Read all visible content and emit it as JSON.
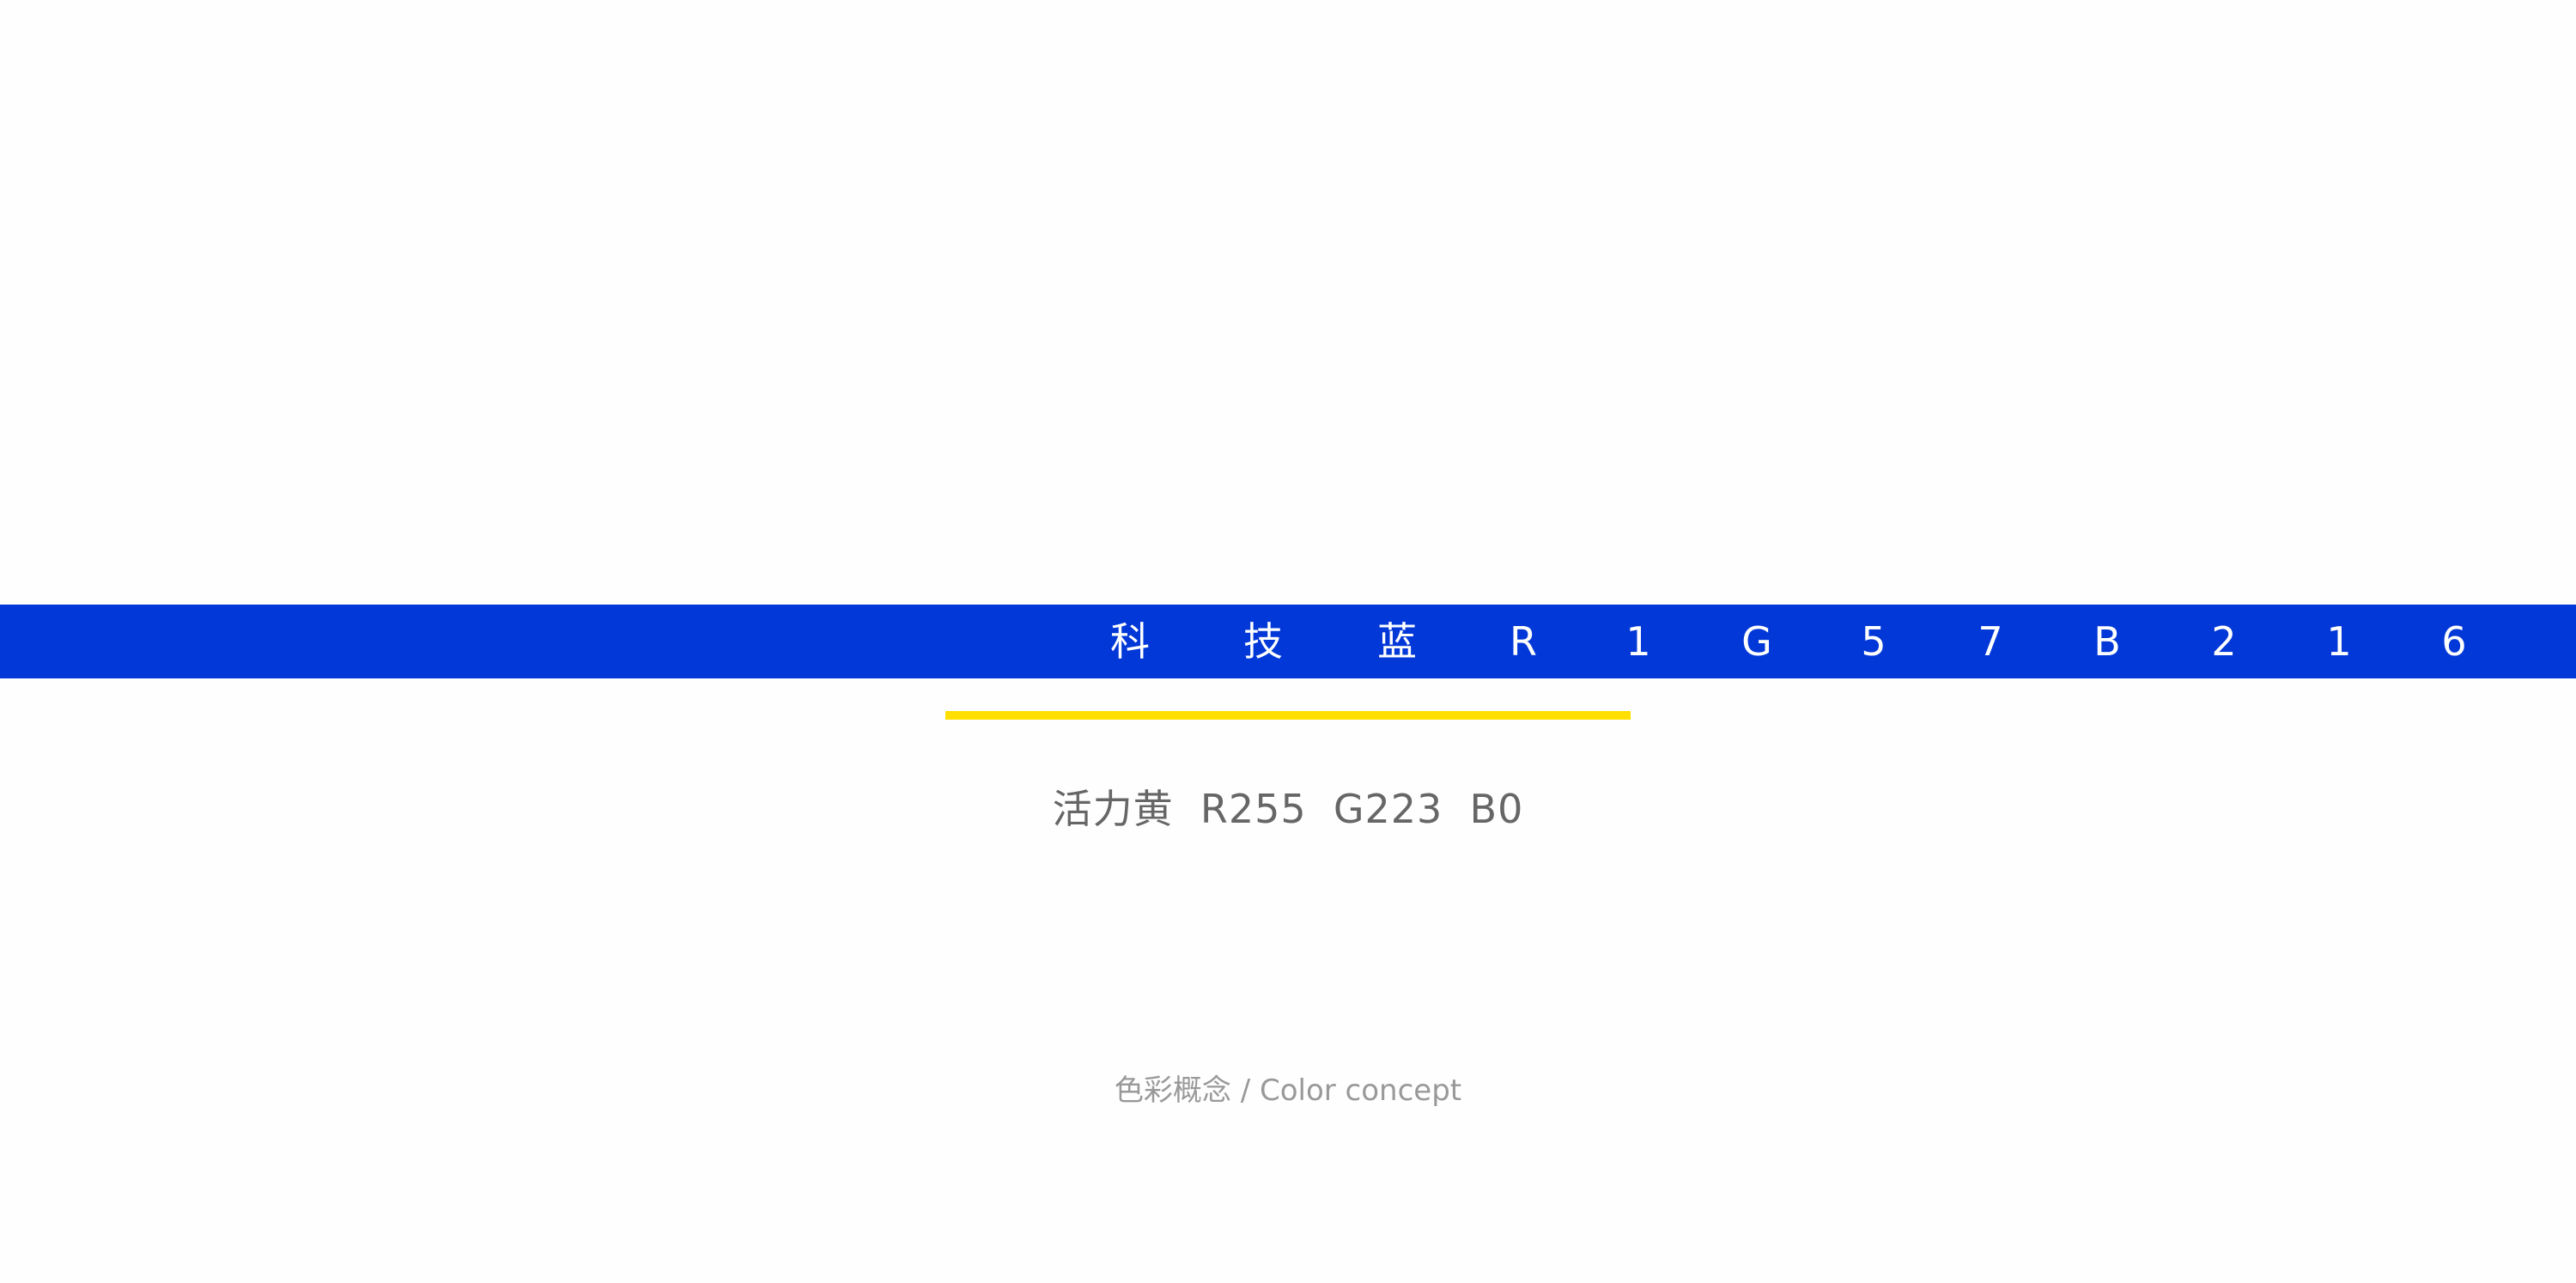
{
  "tech_blue": {
    "color": "#0238d7",
    "chars": [
      "科",
      "技",
      "蓝",
      "R",
      "1",
      "G",
      "5",
      "7",
      "B",
      "2",
      "1",
      "6"
    ]
  },
  "vital_yellow": {
    "color": "#ffdf00",
    "label": "活力黄  R255  G223  B0"
  },
  "caption": "色彩概念 / Color concept"
}
